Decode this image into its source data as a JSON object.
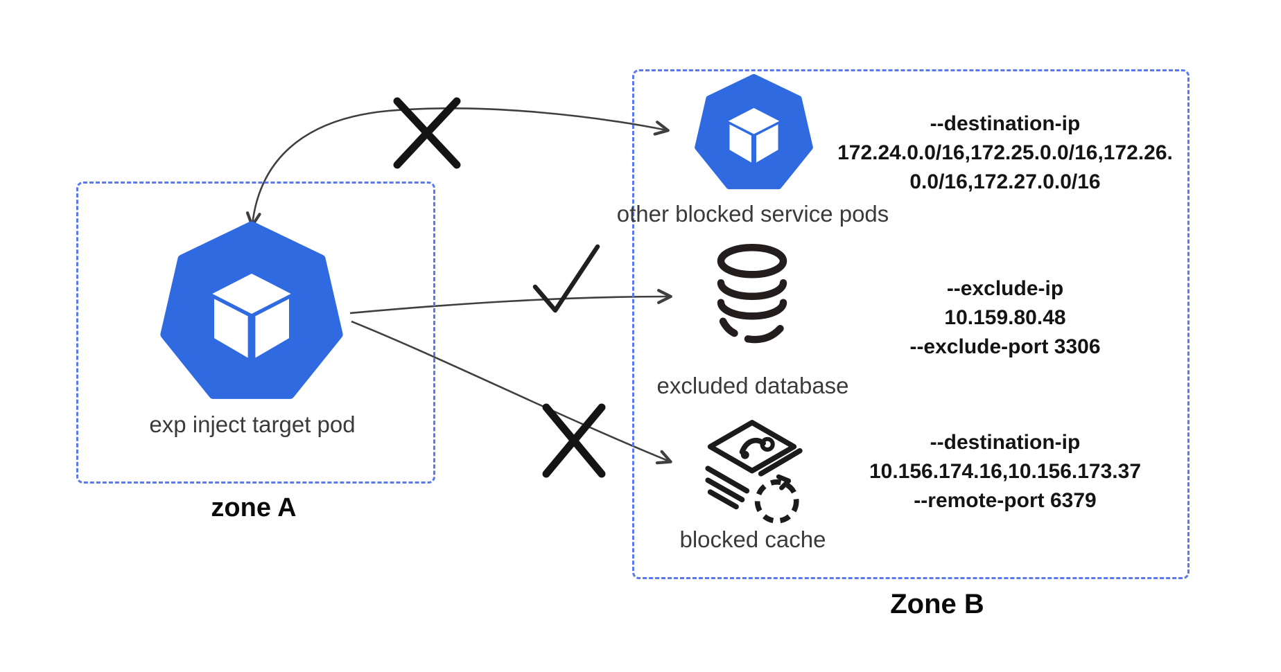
{
  "zone_a": {
    "label": "zone A",
    "pod_caption": "exp inject target pod"
  },
  "zone_b": {
    "label": "Zone B",
    "pods": {
      "caption": "other blocked service pods",
      "rule_lines": [
        "--destination-ip",
        "172.24.0.0/16,172.25.0.0/16,172.26.",
        "0.0/16,172.27.0.0/16"
      ]
    },
    "database": {
      "caption": "excluded database",
      "rule_lines": [
        "--exclude-ip",
        "10.159.80.48",
        "--exclude-port 3306"
      ]
    },
    "cache": {
      "caption": "blocked cache",
      "rule_lines": [
        "--destination-ip",
        "10.156.174.16,10.156.173.37",
        "--remote-port 6379"
      ]
    }
  },
  "colors": {
    "kubernetes_blue": "#2f6ae0",
    "zone_border": "#5b79ee",
    "stroke_dark": "#1a1a1a",
    "arrow_gray": "#3f3f3f"
  }
}
